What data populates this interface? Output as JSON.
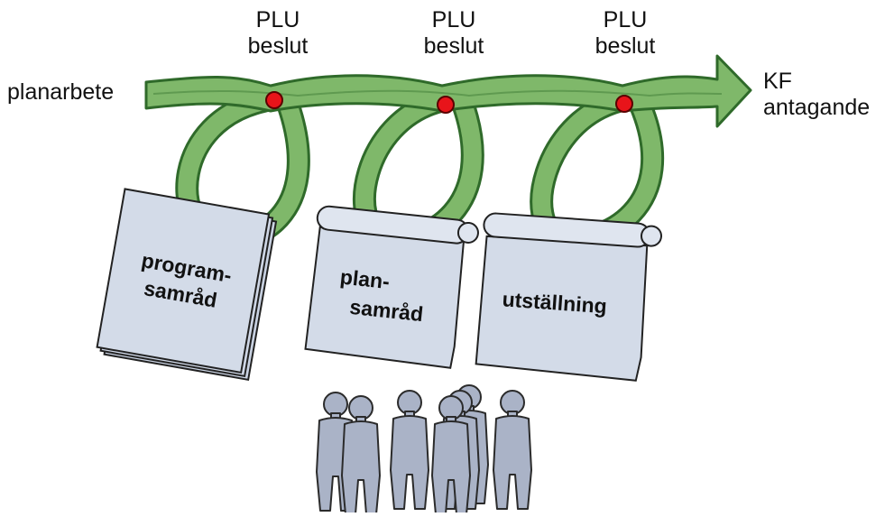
{
  "start_label": "planarbete",
  "end_label": {
    "line1": "KF",
    "line2": "antagande"
  },
  "decisions": [
    {
      "line1": "PLU",
      "line2": "beslut"
    },
    {
      "line1": "PLU",
      "line2": "beslut"
    },
    {
      "line1": "PLU",
      "line2": "beslut"
    }
  ],
  "documents": [
    {
      "line1": "program-",
      "line2": "samråd"
    },
    {
      "line1": "plan-",
      "line2": "samråd"
    },
    {
      "line1": "utställning"
    }
  ],
  "colors": {
    "ribbon_fill": "#7fb86a",
    "ribbon_edge": "#2f6a2a",
    "decision_dot": "#e8141a",
    "paper": "#d3dbe8",
    "people": "#aab3c7"
  }
}
